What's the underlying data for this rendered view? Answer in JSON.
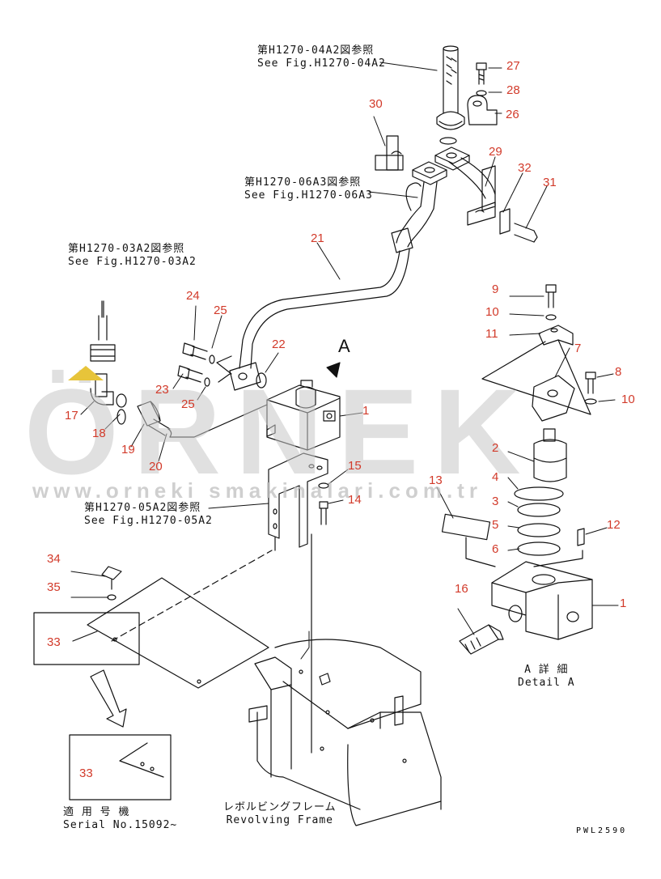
{
  "references": {
    "fig_04a2": {
      "jp": "第H1270-04A2図参照",
      "en": "See Fig.H1270-04A2"
    },
    "fig_06a3": {
      "jp": "第H1270-06A3図参照",
      "en": "See Fig.H1270-06A3"
    },
    "fig_03a2": {
      "jp": "第H1270-03A2図参照",
      "en": "See Fig.H1270-03A2"
    },
    "fig_05a2": {
      "jp": "第H1270-05A2図参照",
      "en": "See Fig.H1270-05A2"
    }
  },
  "view_marker": "A",
  "detail": {
    "jp": "A 詳 細",
    "en": "Detail A"
  },
  "serial": {
    "jp": "適 用 号 機",
    "en": "Serial No.15092~"
  },
  "frame": {
    "jp": "レボルビングフレーム",
    "en": "Revolving Frame"
  },
  "drawing_code": "PWL2590",
  "watermark": {
    "logo": "ÖRNEK",
    "url": "www.orneki smakinalari.com.tr"
  },
  "part_numbers": {
    "p1a": "1",
    "p1b": "1",
    "p2": "2",
    "p3": "3",
    "p4": "4",
    "p5": "5",
    "p6": "6",
    "p7": "7",
    "p8": "8",
    "p9": "9",
    "p10a": "10",
    "p10b": "10",
    "p11": "11",
    "p12": "12",
    "p13": "13",
    "p14": "14",
    "p15": "15",
    "p16": "16",
    "p17": "17",
    "p18": "18",
    "p19": "19",
    "p20": "20",
    "p21": "21",
    "p22": "22",
    "p23": "23",
    "p24": "24",
    "p25a": "25",
    "p25b": "25",
    "p26": "26",
    "p27": "27",
    "p28": "28",
    "p29": "29",
    "p30": "30",
    "p31": "31",
    "p32": "32",
    "p33a": "33",
    "p33b": "33",
    "p34": "34",
    "p35": "35"
  },
  "colors": {
    "number": "#d23a2a",
    "line": "#111111",
    "watermark": "#c8c8c8",
    "accent": "#e7c43a"
  }
}
